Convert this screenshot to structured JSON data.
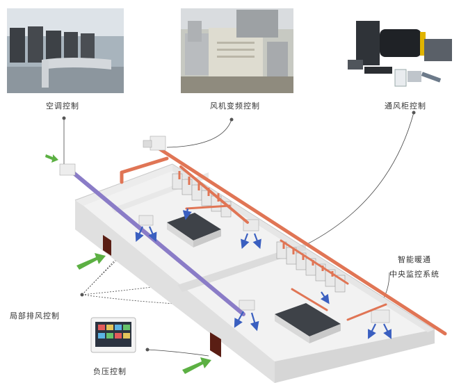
{
  "labels": {
    "ac": "空调控制",
    "fan": "风机变频控制",
    "cabinet": "通风柜控制",
    "hvac_line1": "智能暖通",
    "hvac_line2": "中央监控系统",
    "local_exhaust": "局部排风控制",
    "negative_pressure": "负压控制"
  },
  "colors": {
    "exhaust_duct": "#e07555",
    "supply_duct": "#8a7cc7",
    "airflow_arrow": "#3a5fc0",
    "entry_arrow": "#5cb043",
    "wall": "#e4e4e4",
    "floor": "#f2f2f2"
  }
}
